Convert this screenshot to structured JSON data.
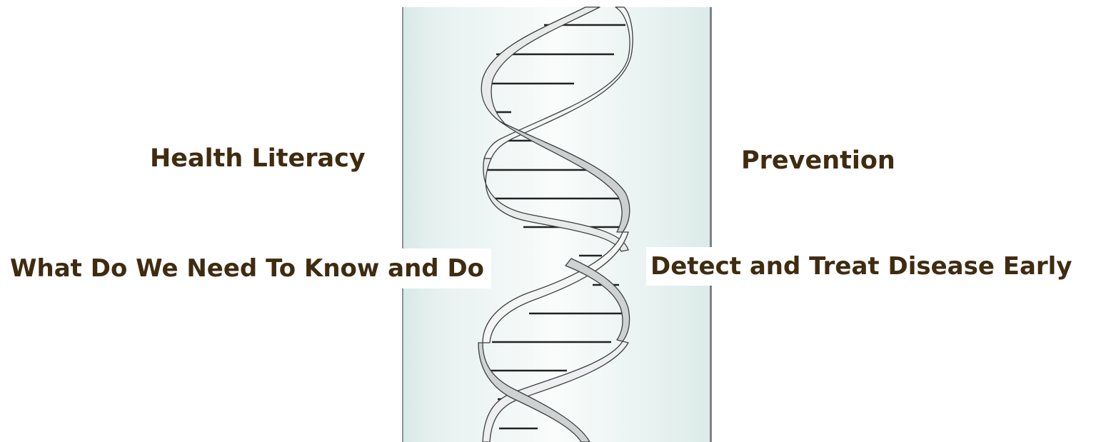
{
  "labels": {
    "health_literacy": "Health Literacy",
    "prevention": "Prevention",
    "know_and_do": "What Do We Need To Know and Do",
    "detect_treat": "Detect and Treat Disease Early"
  },
  "colors": {
    "text": "#3f2c10",
    "panel_tint": "#e2efed",
    "strand_fill": "#eceeee",
    "strand_shadow": "#c4c7c7",
    "rung": "#222222"
  },
  "icons": {
    "helix": "dna-double-helix-icon"
  }
}
